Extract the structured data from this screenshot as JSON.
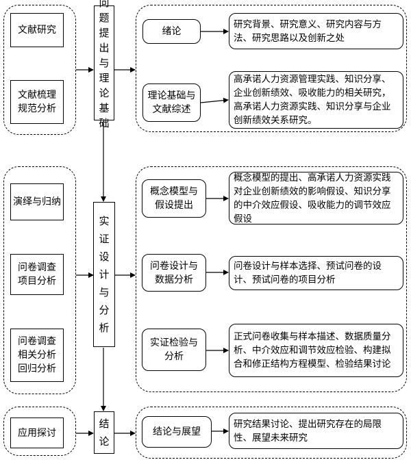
{
  "methods": {
    "top": [
      "文献研究",
      "文献梳理\n规范分析"
    ],
    "middle": [
      "演绎与归纳",
      "问卷调查\n项目分析",
      "问卷调查\n相关分析\n回归分析"
    ],
    "bottom": [
      "应用探讨"
    ]
  },
  "stages": {
    "stage1": "问题提出与理论基础",
    "stage2": "实证设计与分析",
    "stage3": "结论"
  },
  "contents": {
    "top": [
      {
        "label": "绪论",
        "detail": "研究背景、研究意义、研究内容与方法、研究思路以及创新之处"
      },
      {
        "label": "理论基础与\n文献综述",
        "detail": "高承诺人力资源管理实践、知识分享、企业创新绩效、吸收能力的相关研究，高承诺人力资源实践、知识分享与企业创新绩效关系研究。"
      }
    ],
    "middle": [
      {
        "label": "概念模型与\n假设提出",
        "detail": "概念模型的提出、高承诺人力资源实践对企业创新绩效的影响假设、知识分享的中介效应假设、吸收能力的调节效应假设"
      },
      {
        "label": "问卷设计与\n数据分析",
        "detail": "问卷设计与样本选择、预试问卷的设计、预试问卷的项目分析"
      },
      {
        "label": "实证检验与\n分析",
        "detail": "正式问卷收集与样本描述、数据质量分析、中介效应和调节效应检验、构建拟合和修正结构方程模型、检验结果讨论"
      }
    ],
    "bottom": [
      {
        "label": "结论与展望",
        "detail": "研究结果讨论、提出研究存在的局限性、展望未来研究"
      }
    ]
  }
}
